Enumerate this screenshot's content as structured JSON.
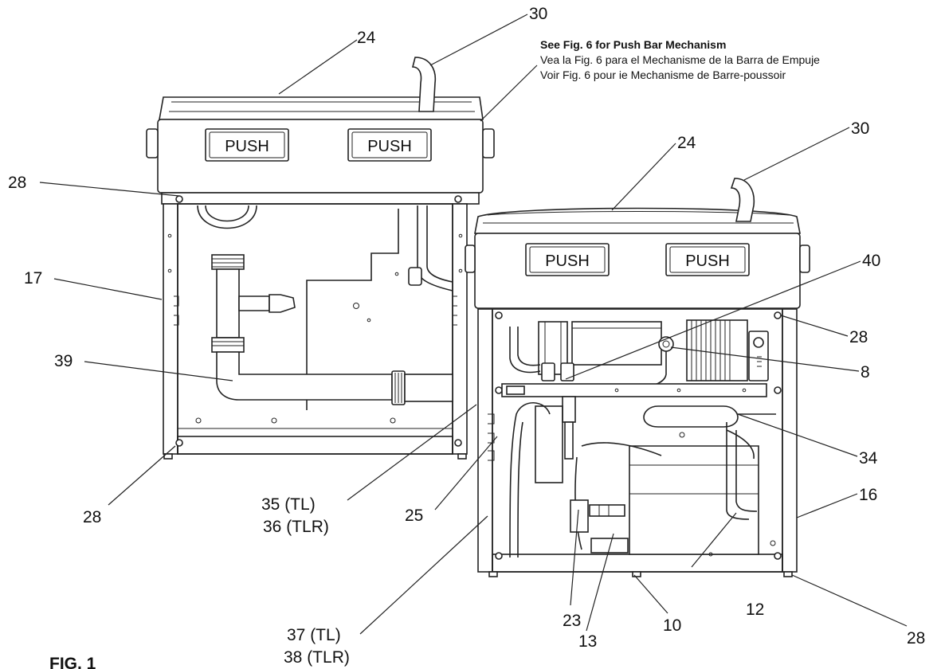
{
  "note": {
    "line1": "See Fig. 6 for Push Bar Mechanism",
    "line2": "Vea la Fig. 6 para el Mechanisme de la Barra de Empuje",
    "line3": "Voir Fig. 6 pour ie Mechanisme de Barre-poussoir"
  },
  "figure_label": "FIG. 1",
  "push_label": "PUSH",
  "callouts": {
    "c24_left": "24",
    "c30_left": "30",
    "c24_right": "24",
    "c30_right": "30",
    "c28_top_left": "28",
    "c17": "17",
    "c39": "39",
    "c28_bottom_left": "28",
    "c35": "35 (TL)",
    "c36": "36 (TLR)",
    "c25": "25",
    "c37": "37 (TL)",
    "c38": "38 (TLR)",
    "c40": "40",
    "c28_right_top": "28",
    "c8": "8",
    "c34": "34",
    "c16": "16",
    "c12": "12",
    "c10": "10",
    "c23": "23",
    "c13": "13",
    "c28_right_bottom": "28"
  }
}
